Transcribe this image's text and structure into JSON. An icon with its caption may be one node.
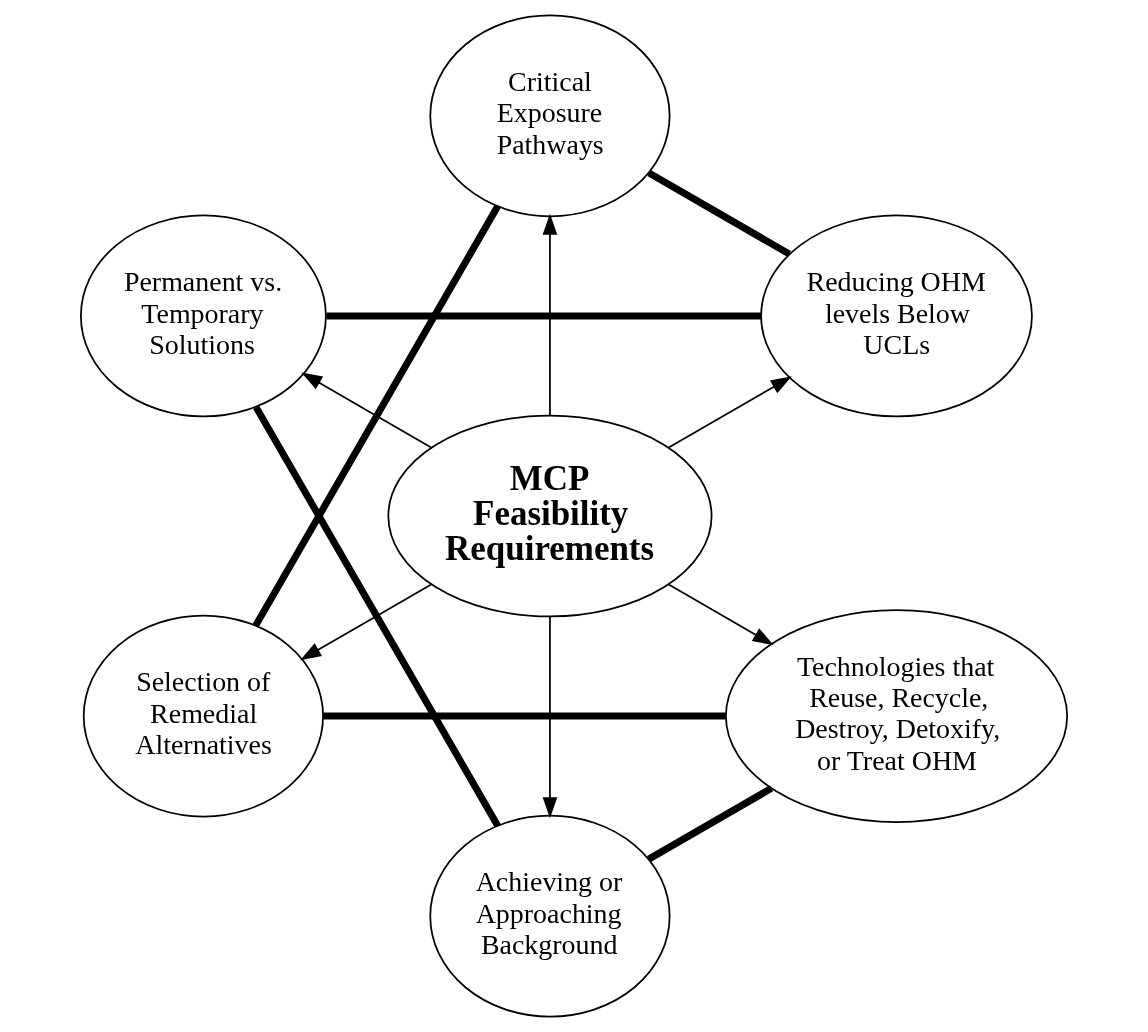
{
  "diagram": {
    "nodes": [
      {
        "text": [
          "MCP Feasibility Requirements"
        ]
      },
      {
        "text": [
          "Reducing OHM levels Below UCLs"
        ]
      },
      {
        "text": [
          "Critical Exposure Pathways"
        ]
      },
      {
        "text": [
          "Permanent vs. Temporary Solutions"
        ]
      },
      {
        "text": [
          "Selection of Remedial Alternatives"
        ]
      },
      {
        "text": [
          "Achieving or Approaching Background"
        ]
      },
      {
        "text": [
          "Technologies that Reuse, Recycle, Destroy, Detoxify, or Treat OHM"
        ]
      }
    ],
    "edges": [
      {
        "from": 0,
        "to": 1,
        "arrow": "to"
      },
      {
        "from": 0,
        "to": 2,
        "arrow": "to"
      },
      {
        "from": 0,
        "to": 3,
        "arrow": "to"
      },
      {
        "from": 0,
        "to": 4,
        "arrow": "to"
      },
      {
        "from": 0,
        "to": 5,
        "arrow": "to"
      },
      {
        "from": 0,
        "to": 6,
        "arrow": "to"
      },
      {
        "from": 1,
        "to": 2,
        "arrow": "none",
        "style": "thick"
      },
      {
        "from": 2,
        "to": 4,
        "arrow": "none",
        "style": "thick"
      },
      {
        "from": 4,
        "to": 6,
        "arrow": "none",
        "style": "thick"
      },
      {
        "from": 6,
        "to": 5,
        "arrow": "none",
        "style": "thick"
      },
      {
        "from": 5,
        "to": 3,
        "arrow": "none",
        "style": "thick"
      },
      {
        "from": 3,
        "to": 1,
        "arrow": "none",
        "style": "thick"
      }
    ]
  }
}
